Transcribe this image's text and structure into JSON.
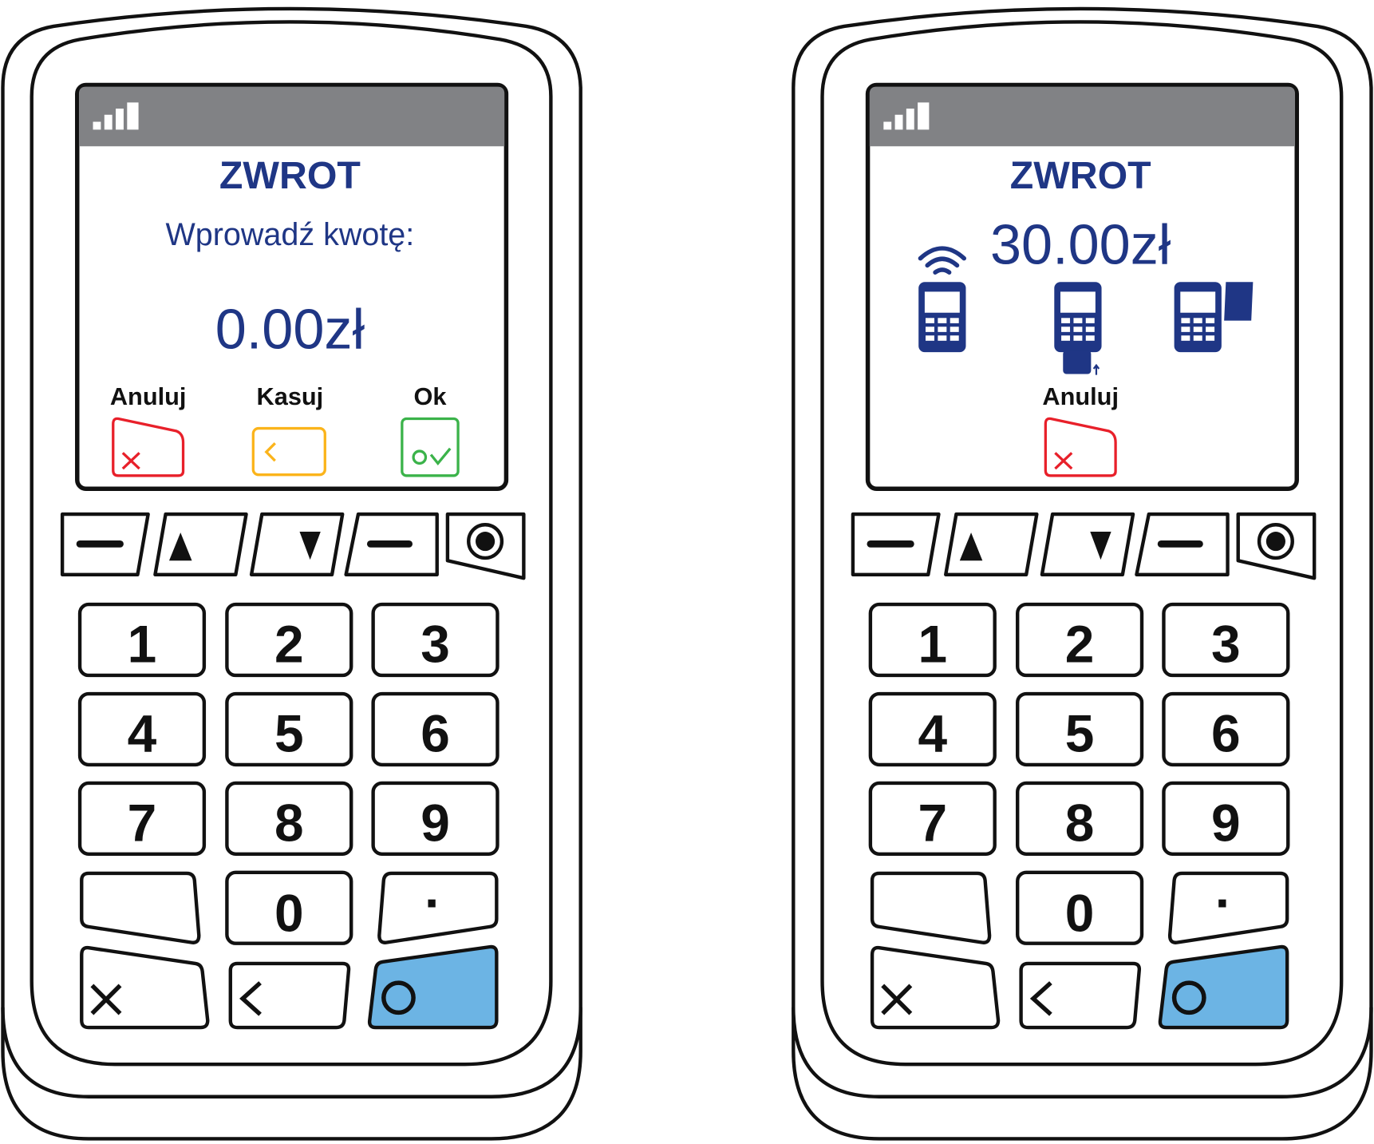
{
  "colors": {
    "brand": "#1f3685",
    "header": "#818285",
    "cancel": "#e8202a",
    "clear": "#fbb41b",
    "ok": "#3bb34a",
    "enter_key": "#6cb4e4"
  },
  "keypad": {
    "digits": [
      "1",
      "2",
      "3",
      "4",
      "5",
      "6",
      "7",
      "8",
      "9"
    ],
    "zero": "0",
    "dot": "."
  },
  "left_screen": {
    "title": "ZWROT",
    "prompt": "Wprowadź kwotę:",
    "amount": "0.00zł",
    "labels": {
      "cancel": "Anuluj",
      "clear": "Kasuj",
      "ok": "Ok"
    }
  },
  "right_screen": {
    "title": "ZWROT",
    "amount": "30.00zł",
    "labels": {
      "cancel": "Anuluj"
    },
    "icons": [
      "contactless-terminal-icon",
      "chip-insert-terminal-icon",
      "swipe-terminal-icon"
    ]
  }
}
